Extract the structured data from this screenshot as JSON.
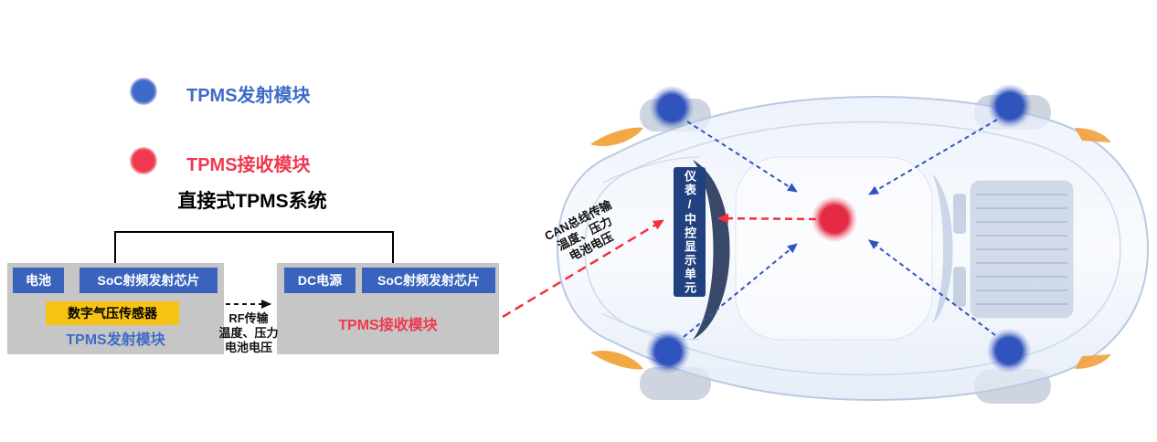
{
  "legend": {
    "transmitter_label": "TPMS发射模块",
    "receiver_label": "TPMS接收模块"
  },
  "diagram": {
    "title": "直接式TPMS系统",
    "tx": {
      "battery": "电池",
      "soc": "SoC射频发射芯片",
      "sensor": "数字气压传感器",
      "label": "TPMS发射模块"
    },
    "rx": {
      "dc": "DC电源",
      "soc": "SoC射频发射芯片",
      "label": "TPMS接收模块"
    },
    "rf_text": [
      "RF传输",
      "温度、压力",
      "电池电压"
    ],
    "can_text": [
      "CAN总线传输",
      "温度、压力",
      "电池电压"
    ]
  },
  "car": {
    "display_unit": "仪表/中控显示单元"
  },
  "colors": {
    "blue_box": "#3a63be",
    "module_gray": "#c6c6c6",
    "sensor_yellow": "#f7c315",
    "legend_blue": "#3e6bc8",
    "legend_red": "#f0384e",
    "display_navy": "#20407f",
    "arrow_red": "#f5303e",
    "arrow_blue": "#2f55be"
  }
}
